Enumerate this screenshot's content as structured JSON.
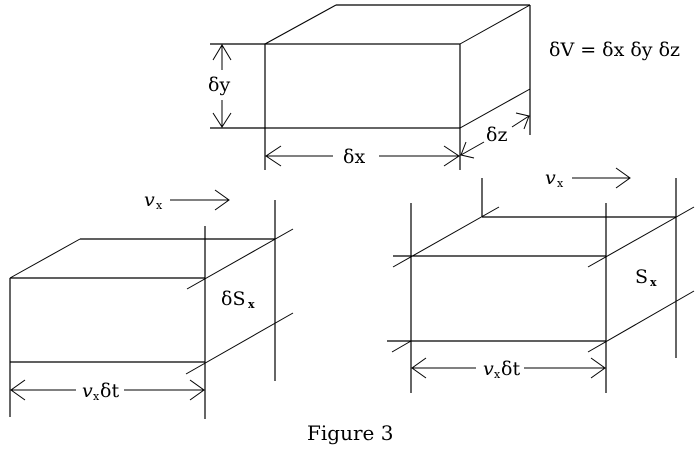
{
  "figure": {
    "caption": "Figure 3",
    "line_color": "#000000",
    "background": "#ffffff"
  },
  "top_box": {
    "dy_label": "δy",
    "dx_label": "δx",
    "dz_label": "δz",
    "volume_formula": "δV = δx δy δz"
  },
  "left_box": {
    "velocity_symbol": "v",
    "velocity_subscript": "x",
    "surface_label_main": "δS",
    "surface_label_sub": "x",
    "length_label_v": "v",
    "length_label_sub": "x",
    "length_label_rest": "δt"
  },
  "right_box": {
    "velocity_symbol": "v",
    "velocity_subscript": "x",
    "surface_label_main": "S",
    "surface_label_sub": "x",
    "length_label_v": "v",
    "length_label_sub": "x",
    "length_label_rest": "δt"
  }
}
